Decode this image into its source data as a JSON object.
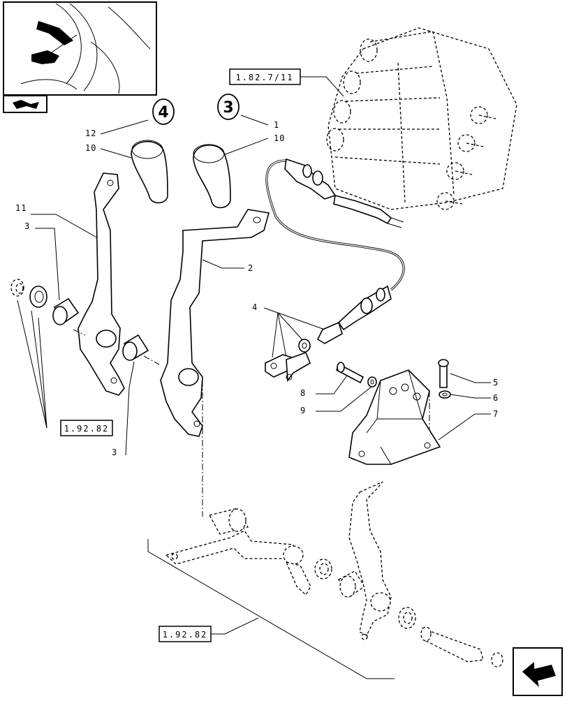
{
  "diagram": {
    "callouts": [
      {
        "id": "c12",
        "text": "12"
      },
      {
        "id": "c10a",
        "text": "10"
      },
      {
        "id": "c11",
        "text": "11"
      },
      {
        "id": "c3a",
        "text": "3"
      },
      {
        "id": "c1",
        "text": "1"
      },
      {
        "id": "c10b",
        "text": "10"
      },
      {
        "id": "c2",
        "text": "2"
      },
      {
        "id": "c4",
        "text": "4"
      },
      {
        "id": "c8",
        "text": "8"
      },
      {
        "id": "c9",
        "text": "9"
      },
      {
        "id": "c5",
        "text": "5"
      },
      {
        "id": "c6",
        "text": "6"
      },
      {
        "id": "c7",
        "text": "7"
      },
      {
        "id": "c3b",
        "text": "3"
      }
    ],
    "circled": [
      {
        "id": "circle4",
        "text": "4"
      },
      {
        "id": "circle3",
        "text": "3"
      }
    ],
    "references": [
      {
        "id": "ref1",
        "text": "1.82.7/11"
      },
      {
        "id": "ref2",
        "text": "1.92.82"
      },
      {
        "id": "ref3",
        "text": "1.92.82"
      }
    ],
    "icons": {
      "thumbnail": "tractor-cab-thumbnail-icon",
      "book": "book-icon",
      "next": "next-page-arrow-icon"
    }
  }
}
